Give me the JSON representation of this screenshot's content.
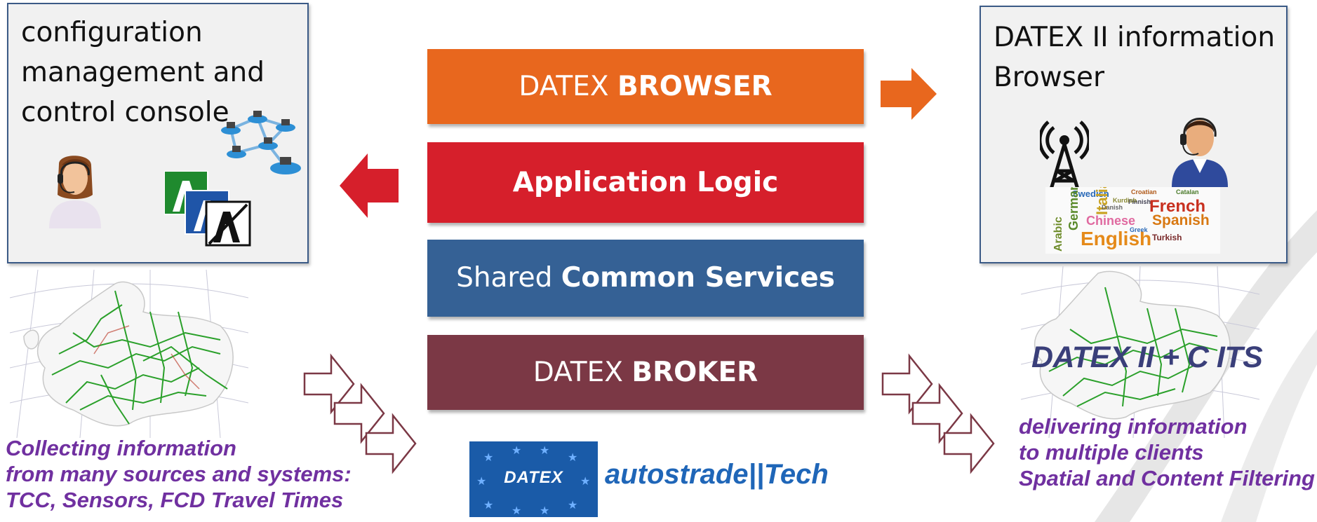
{
  "left_panel": {
    "text": "configuration\nmanagement and\ncontrol console"
  },
  "right_panel": {
    "text": "DATEX II information\nBrowser"
  },
  "layers": {
    "browser": {
      "normal": "DATEX ",
      "bold": "BROWSER",
      "color": "#e8671e"
    },
    "logic": {
      "bold": "Application Logic",
      "color": "#d61f2b"
    },
    "common": {
      "normal": "Shared ",
      "bold": "Common Services",
      "color": "#356195"
    },
    "broker": {
      "normal": "DATEX ",
      "bold": "BROKER",
      "color": "#7b3845"
    }
  },
  "captions": {
    "left": [
      "Collecting information",
      "from many sources and systems:",
      "TCC, Sensors, FCD Travel Times"
    ],
    "right": [
      "delivering information",
      "to multiple clients",
      "Spatial and Content Filtering"
    ]
  },
  "map_overlay_title": "DATEX II + C ITS",
  "logos": {
    "datex": "DATEX",
    "autostrade_name": "autostrade",
    "autostrade_suffix": "Tech"
  },
  "word_cloud": [
    "Swedish",
    "Italian",
    "German",
    "Arabic",
    "French",
    "Spanish",
    "Chinese",
    "English",
    "Turkish",
    "Danish",
    "Croatian",
    "Catalan",
    "Finnish",
    "Greek",
    "Kurdish"
  ],
  "icons": [
    "operator-female-icon",
    "operator-male-icon",
    "network-icon",
    "motorway-sign-icon",
    "antenna-tower-icon",
    "europe-map-icon"
  ],
  "colors": {
    "arrow_orange": "#e8671e",
    "arrow_red": "#d61f2b",
    "caption_purple": "#7030a0",
    "map_green": "#2aa02a"
  }
}
